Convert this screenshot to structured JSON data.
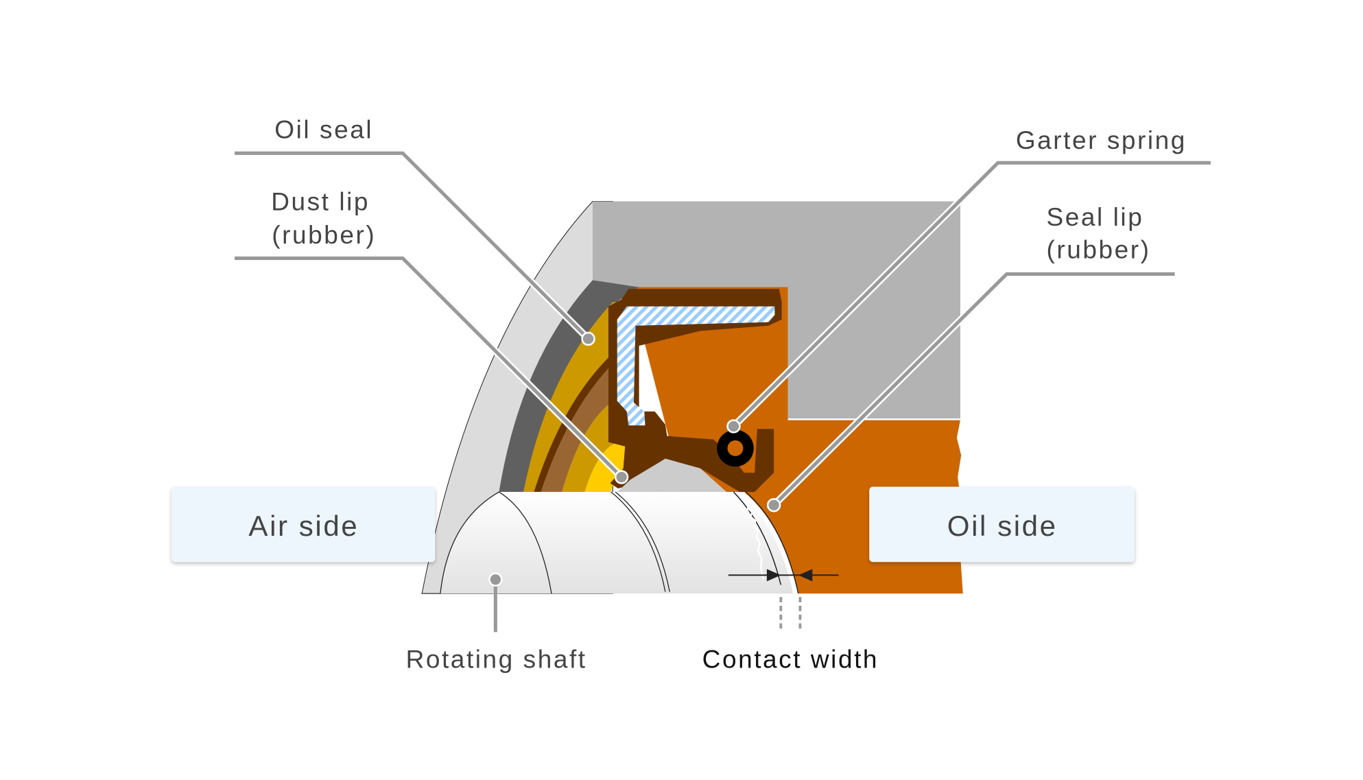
{
  "labels": {
    "oil_seal": "Oil seal",
    "dust_lip_1": "Dust lip",
    "dust_lip_2": "(rubber)",
    "garter_spring": "Garter spring",
    "seal_lip_1": "Seal lip",
    "seal_lip_2": "(rubber)",
    "rotating_shaft": "Rotating shaft",
    "contact_width": "Contact width"
  },
  "boxes": {
    "air_side": "Air side",
    "oil_side": "Oil side"
  },
  "colors": {
    "housing": "#b3b3b3",
    "housing_light": "#dcdcdc",
    "rubber": "#cc6600",
    "rubber_dark": "#663300",
    "gold": "#cc9900",
    "yellow": "#ffcc00",
    "box_fill": "#eef6fd"
  }
}
